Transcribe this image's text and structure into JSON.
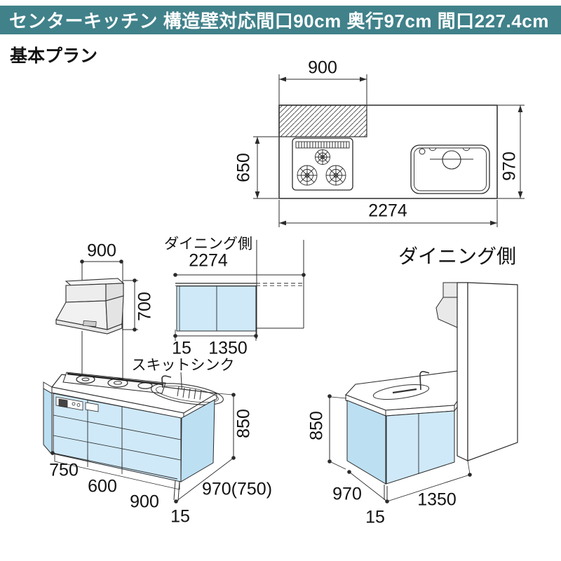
{
  "header": {
    "title": "センターキッチン 構造壁対応間口90cm 奥行97cm 間口227.4cm"
  },
  "section": {
    "heading": "基本プラン"
  },
  "colors": {
    "header_bg": "#40818a",
    "cabinet_blue": "#cfe9f8",
    "cabinet_blue_dark": "#bcdff2",
    "hood_gray": "#ededed",
    "line": "#2b2b2b"
  },
  "plan_view": {
    "hood_width": "900",
    "left_depth": "650",
    "right_depth": "970",
    "total_width": "2274"
  },
  "hood_view": {
    "width": "900",
    "height": "700"
  },
  "dining_elevation": {
    "title": "ダイニング側",
    "total_width": "2274",
    "end_panel": "15",
    "cabinet_width": "1350",
    "sink_label": "スキットシンク"
  },
  "dining_iso": {
    "title": "ダイニング側",
    "height": "850",
    "depth": "970",
    "end_panel": "15",
    "width": "1350"
  },
  "kitchen_iso": {
    "seg_1": "750",
    "seg_2": "600",
    "seg_3": "900",
    "end_panel": "15",
    "depth": "970(750)",
    "height": "850"
  }
}
